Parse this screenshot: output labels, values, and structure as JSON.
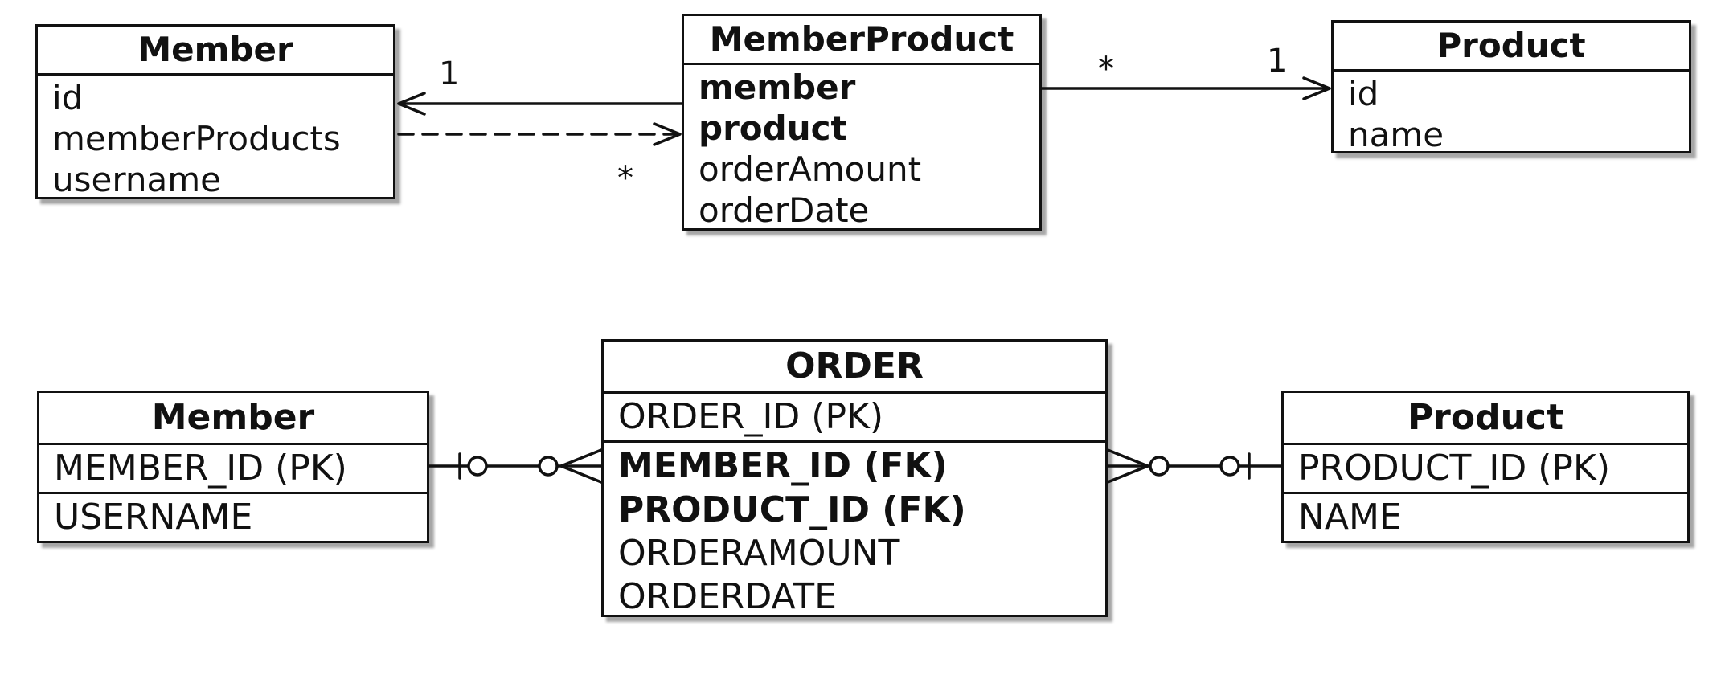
{
  "uml": {
    "member": {
      "title": "Member",
      "fields": [
        "id",
        "memberProducts",
        "username"
      ]
    },
    "member_product": {
      "title": "MemberProduct",
      "key_fields": [
        "member",
        "product"
      ],
      "fields": [
        "orderAmount",
        "orderDate"
      ]
    },
    "product": {
      "title": "Product",
      "fields": [
        "id",
        "name"
      ]
    },
    "labels": {
      "member_side": "1",
      "memberproduct_side": "*",
      "mp_to_product_source": "*",
      "mp_to_product_target": "1"
    }
  },
  "erd": {
    "member": {
      "title": "Member",
      "pk": "MEMBER_ID (PK)",
      "fields": [
        "USERNAME"
      ]
    },
    "order": {
      "title": "ORDER",
      "pk": "ORDER_ID (PK)",
      "fks": [
        "MEMBER_ID (FK)",
        "PRODUCT_ID (FK)"
      ],
      "fields": [
        "ORDERAMOUNT",
        "ORDERDATE"
      ]
    },
    "product": {
      "title": "Product",
      "pk": "PRODUCT_ID (PK)",
      "fields": [
        "NAME"
      ]
    }
  }
}
